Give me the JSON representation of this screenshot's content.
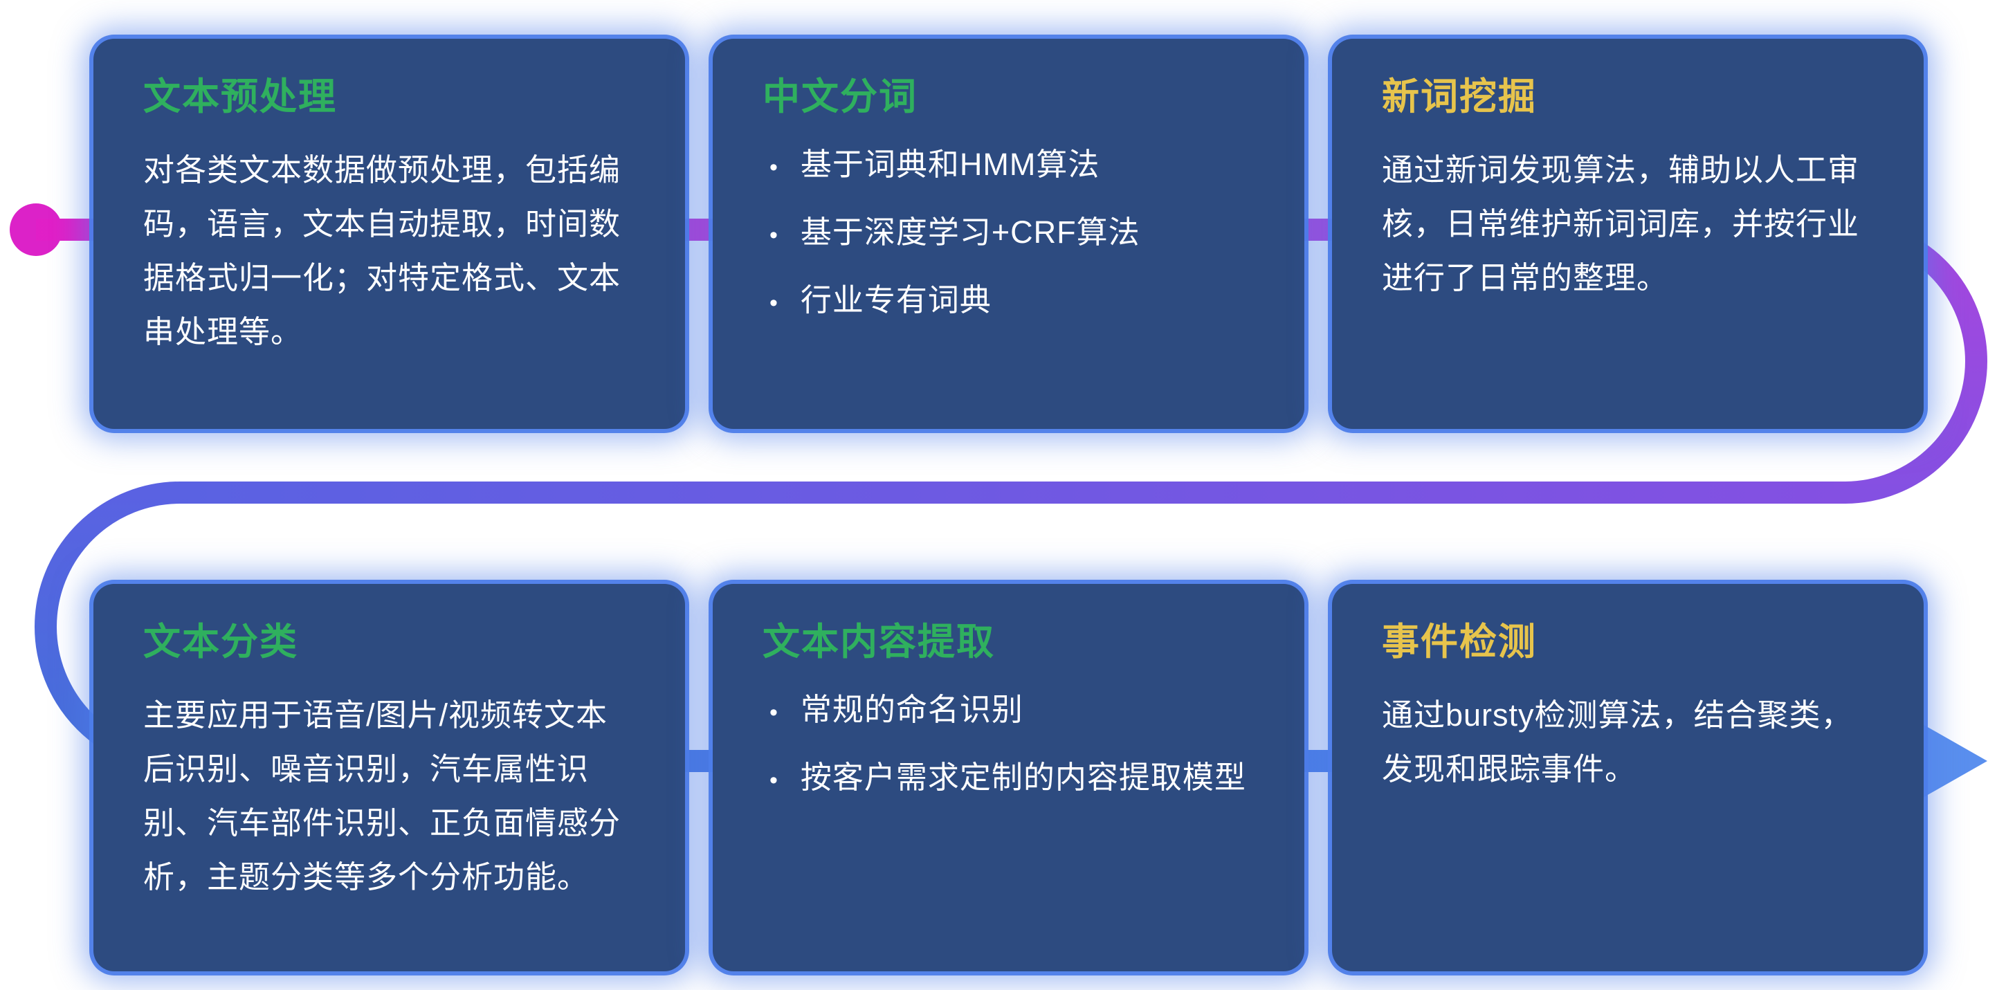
{
  "diagram": {
    "background": "#ffffff",
    "connector": {
      "start_dot_color": "#dc22c8",
      "gradient_colors": [
        "#e11fc7",
        "#a846de",
        "#8450e2",
        "#5a62e2",
        "#4470da",
        "#4f86ec"
      ],
      "arrow_color": "#5a8fee",
      "arrow_icon": "right-arrow"
    },
    "colors": {
      "card_background": "#2d4b80",
      "card_glow": "#4d7de9",
      "title_green": "#2fb05e",
      "title_yellow": "#e7c44c",
      "body_text": "#ffffff"
    }
  },
  "cards": [
    {
      "id": "text-preprocessing",
      "title": "文本预处理",
      "title_color": "green",
      "type": "paragraph",
      "body": "对各类文本数据做预处理，包括编码，语言，文本自动提取，时间数据格式归一化；对特定格式、文本串处理等。"
    },
    {
      "id": "chinese-word-segmentation",
      "title": "中文分词",
      "title_color": "green",
      "type": "bullets",
      "bullets": [
        "基于词典和HMM算法",
        "基于深度学习+CRF算法",
        "行业专有词典"
      ]
    },
    {
      "id": "new-word-mining",
      "title": "新词挖掘",
      "title_color": "yellow",
      "type": "paragraph",
      "body": "通过新词发现算法，辅助以人工审核，日常维护新词词库，并按行业进行了日常的整理。"
    },
    {
      "id": "text-classification",
      "title": "文本分类",
      "title_color": "green",
      "type": "paragraph",
      "body": "主要应用于语音/图片/视频转文本后识别、噪音识别，汽车属性识别、汽车部件识别、正负面情感分析，主题分类等多个分析功能。"
    },
    {
      "id": "text-content-extraction",
      "title": "文本内容提取",
      "title_color": "green",
      "type": "bullets",
      "bullets": [
        "常规的命名识别",
        "按客户需求定制的内容提取模型"
      ]
    },
    {
      "id": "event-detection",
      "title": "事件检测",
      "title_color": "yellow",
      "type": "paragraph",
      "body": "通过bursty检测算法，结合聚类，发现和跟踪事件。"
    }
  ]
}
